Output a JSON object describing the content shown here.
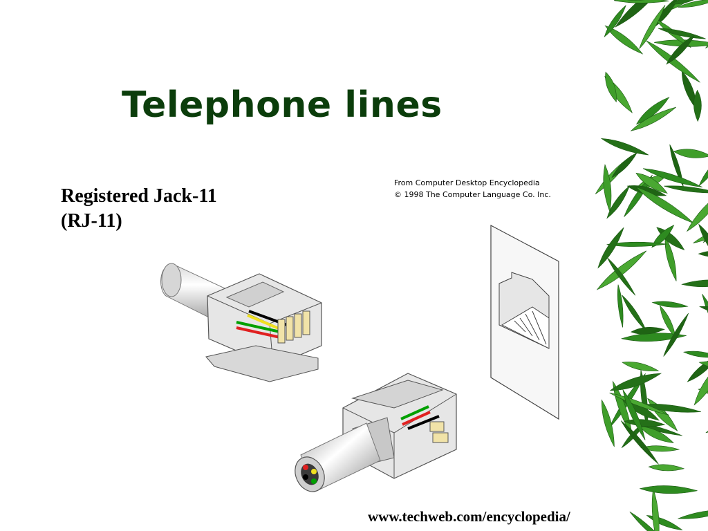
{
  "slide": {
    "title": "Telephone lines",
    "subtitle_line1": "Registered Jack-11",
    "subtitle_line2": "(RJ-11)",
    "credit_line1": "From Computer Desktop Encyclopedia",
    "credit_line2": "© 1998 The Computer Language Co. Inc.",
    "url": "www.techweb.com/encyclopedia/"
  },
  "illustration": {
    "items": [
      "rj11-plug-icon",
      "rj11-plug-icon",
      "wall-jack-icon"
    ],
    "wire_colors": [
      "#00a000",
      "#e02020",
      "#000000",
      "#f0e020"
    ]
  },
  "decoration": {
    "border": "bamboo-leaves",
    "leaf_color": "#2e8b20"
  }
}
